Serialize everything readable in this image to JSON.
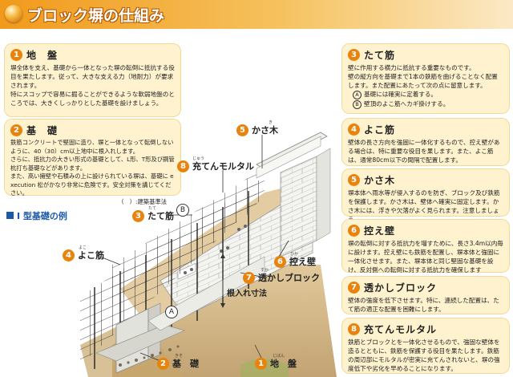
{
  "header": {
    "title": "ブロック塀の仕組み"
  },
  "boxes": {
    "b1": {
      "num": "1",
      "title": "地　盤",
      "lines": [
        "塀全体を支え、基礎から一体となった塀の転倒に抵抗する役目を果たします。従って、大きな支える力（地耐力）が要求されます。",
        "特にスコップで容易に掘ることができるような軟弱地盤のところでは、大きくしっかりとした基礎を設けましょう。"
      ]
    },
    "b2": {
      "num": "2",
      "title": "基　礎",
      "lines": [
        "鉄筋コンクリートで堅固に造り、塀と一体となって転倒しないように、40（30）cm以上地中に根入れします。",
        "さらに、抵抗力の大きい形式の基礎として、L形、T形及び鋼管杭打ち基礎などがあります。",
        "また、高い擁壁や石積みの上に設けられている塀は、基礎に execution 松がかなり非常に危険です。安全対策を講じてください。"
      ],
      "note": "（　）:建築基準法"
    },
    "b3": {
      "num": "3",
      "title": "たて筋",
      "lines": [
        "壁に作用する横力に抵抗する重要なものです。",
        "壁の縦方向を基礎まで1本の鉄筋を曲げることなく配置します。また配置にあたって次の点に留意します。"
      ],
      "items": [
        {
          "mark": "A",
          "text": "基礎には確実に定着する。"
        },
        {
          "mark": "B",
          "text": "壁頂のよこ筋へカギ掛けする。"
        }
      ]
    },
    "b4": {
      "num": "4",
      "title": "よこ筋",
      "lines": [
        "壁体の長さ方向を強固に一体化するもので、控え壁がある場合は、特に重要な役目を果します。また、よこ筋は、通常80cm以下の間隔で配置します。"
      ]
    },
    "b5": {
      "num": "5",
      "title": "かさ木",
      "lines": [
        "塀本体へ雨水等が侵入するのを防ぎ、ブロック及び鉄筋を保護します。かさ木は、壁体へ確実に固定します。かさ木には、浮きや欠落がよく見られます。注意しましょう。"
      ]
    },
    "b6": {
      "num": "6",
      "title": "控え壁",
      "lines": [
        "塀の転倒に対する抵抗力を増すために、長さ3.4m以内毎に設けます。控え壁にも鉄筋を配置し、塀本体と強固に一体化させます。また、塀本体と同じ堅固な基礎を設け、反対側への転倒に対する抵抗力を確保します"
      ]
    },
    "b7": {
      "num": "7",
      "title": "透かしブロック",
      "lines": [
        "壁体の強度を低下させます。特に、連続した配置は、たて筋の適正な配置を困難にします。"
      ]
    },
    "b8": {
      "num": "8",
      "title": "充てんモルタル",
      "lines": [
        "鉄筋とブロックとを一体化させるもので、強固な壁体を造るとともに、鉄筋を保護する役目を果たします。鉄筋の周辺部にモルタルが密実に充てんされないと、塀の強度低下や劣化を早めることになります。"
      ]
    }
  },
  "example": {
    "title": "I 型基礎の例"
  },
  "diagram": {
    "labels": {
      "kasagi": {
        "num": "5",
        "text": "かさ木"
      },
      "juten": {
        "num": "8",
        "text": "充てんモルタル"
      },
      "tate": {
        "num": "3",
        "text": "たて筋"
      },
      "yoko": {
        "num": "4",
        "text": "よこ筋"
      },
      "hikae": {
        "num": "6",
        "text": "控え壁"
      },
      "sukashi": {
        "num": "7",
        "text": "透かしブロック"
      },
      "kiso": {
        "num": "2",
        "text": "基　礎"
      },
      "jiban": {
        "num": "1",
        "text": "地　盤"
      },
      "neire": "根入れ寸法",
      "markA": "A",
      "markB": "B"
    },
    "ruby": {
      "juten": "じゅう",
      "hikae": "ひか",
      "yoko": "よこ",
      "tate": "たて",
      "kasagi": "き",
      "kiso": "きそ",
      "jiban": "じばん",
      "sukashi": "すか"
    }
  },
  "colors": {
    "accent": "#e8830d",
    "box": "#fff3cf",
    "block": "#f3f3f0",
    "rebar": "#2b2b2b",
    "ground": "#c9a96a"
  }
}
